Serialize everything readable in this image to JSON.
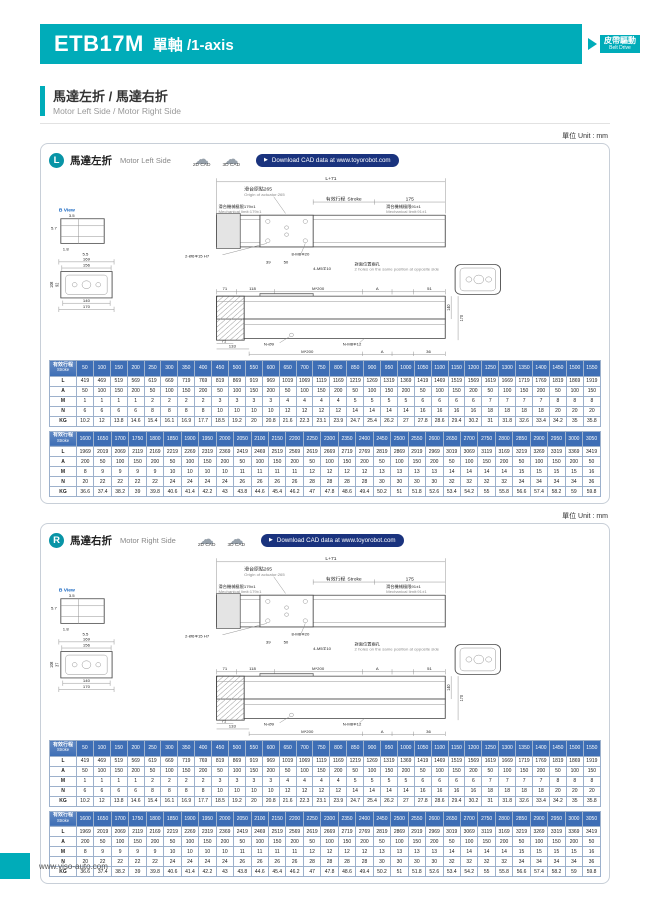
{
  "header": {
    "title_model": "ETB17M",
    "title_rest": "單軸 /1-axis",
    "badge_zh": "皮帶驅動",
    "badge_en": "Belt Drive"
  },
  "section_title": {
    "zh": "馬達左折 / 馬達右折",
    "en": "Motor Left Side / Motor Right Side"
  },
  "unit_note": "單位 Unit : mm",
  "footer_url": "www.viso-auto.com",
  "cad": {
    "d2": "2D CAD",
    "d3": "3D CAD",
    "download": "Download CAD data at www.toyorobot.com"
  },
  "sections": {
    "left": {
      "badge": "L",
      "title_zh": "馬達左折",
      "title_en": "Motor Left Side",
      "dim_side_a": "92"
    },
    "right": {
      "badge": "R",
      "title_zh": "馬達右折",
      "title_en": "Motor Right Side",
      "dim_side_a": "37"
    }
  },
  "drawing": {
    "l71": "L+71",
    "origin_zh": "滑台原點265",
    "origin_en": "Origin of actuator:265",
    "stroke_zh": "有效行程",
    "stroke_en": "Stroke",
    "d175": "175",
    "mech_left_zh": "滑台機械極限179±1",
    "mech_left_en": "Mechanical limit:179±1",
    "mech_right_zh": "滑台機械極限91±1",
    "mech_right_en": "Mechanical limit:91±1",
    "b_view": "B View",
    "b1": "3.5",
    "b2": "5.7",
    "b3": "1.8",
    "b4": "5.5",
    "hole1": "2-Ø6∓15 H7",
    "hole2": "8-M8∓20",
    "d39": "39",
    "d50": "50",
    "hole3": "4-M5∓10",
    "hole3_zh": "對面位置兩孔",
    "hole3_en": "2 holes on the same position at opposite side",
    "d169": "169",
    "d156": "156",
    "d108": "108",
    "d140": "140",
    "d170": "170",
    "d71": "71",
    "d118": "118",
    "d133": "133",
    "m200": "M*200",
    "dA": "A",
    "d51": "51",
    "d36": "36",
    "n_o9": "N-Ø9",
    "n_m8": "N-M8∓12"
  },
  "tables": {
    "header_zh": "有效行程",
    "header_en": "Stroke",
    "t1": {
      "strokes": [
        "50",
        "100",
        "150",
        "200",
        "250",
        "300",
        "350",
        "400",
        "450",
        "500",
        "550",
        "600",
        "650",
        "700",
        "750",
        "800",
        "850",
        "900",
        "950",
        "1000",
        "1050",
        "1100",
        "1150",
        "1200",
        "1250",
        "1300",
        "1350",
        "1400",
        "1450",
        "1500",
        "1550"
      ],
      "rows": [
        {
          "label": "L",
          "values": [
            "419",
            "469",
            "519",
            "569",
            "619",
            "669",
            "719",
            "769",
            "819",
            "869",
            "919",
            "969",
            "1019",
            "1069",
            "1119",
            "1169",
            "1219",
            "1269",
            "1319",
            "1369",
            "1419",
            "1469",
            "1519",
            "1569",
            "1619",
            "1669",
            "1719",
            "1769",
            "1819",
            "1869",
            "1919"
          ]
        },
        {
          "label": "A",
          "values": [
            "50",
            "100",
            "150",
            "200",
            "50",
            "100",
            "150",
            "200",
            "50",
            "100",
            "150",
            "200",
            "50",
            "100",
            "150",
            "200",
            "50",
            "100",
            "150",
            "200",
            "50",
            "100",
            "150",
            "200",
            "50",
            "100",
            "150",
            "200",
            "50",
            "100",
            "150"
          ]
        },
        {
          "label": "M",
          "values": [
            "1",
            "1",
            "1",
            "1",
            "2",
            "2",
            "2",
            "2",
            "3",
            "3",
            "3",
            "3",
            "4",
            "4",
            "4",
            "4",
            "5",
            "5",
            "5",
            "5",
            "6",
            "6",
            "6",
            "6",
            "7",
            "7",
            "7",
            "7",
            "8",
            "8",
            "8"
          ]
        },
        {
          "label": "N",
          "values": [
            "6",
            "6",
            "6",
            "6",
            "8",
            "8",
            "8",
            "8",
            "10",
            "10",
            "10",
            "10",
            "12",
            "12",
            "12",
            "12",
            "14",
            "14",
            "14",
            "14",
            "16",
            "16",
            "16",
            "16",
            "18",
            "18",
            "18",
            "18",
            "20",
            "20",
            "20"
          ]
        },
        {
          "label": "KG",
          "values": [
            "10.2",
            "12",
            "13.8",
            "14.6",
            "15.4",
            "16.1",
            "16.9",
            "17.7",
            "18.5",
            "19.2",
            "20",
            "20.8",
            "21.6",
            "22.3",
            "23.1",
            "23.9",
            "24.7",
            "25.4",
            "26.2",
            "27",
            "27.8",
            "28.6",
            "29.4",
            "30.2",
            "31",
            "31.8",
            "32.6",
            "33.4",
            "34.2",
            "35",
            "35.8"
          ]
        }
      ]
    },
    "t2": {
      "strokes": [
        "1600",
        "1650",
        "1700",
        "1750",
        "1800",
        "1850",
        "1900",
        "1950",
        "2000",
        "2050",
        "2100",
        "2150",
        "2200",
        "2250",
        "2300",
        "2350",
        "2400",
        "2450",
        "2500",
        "2550",
        "2600",
        "2650",
        "2700",
        "2750",
        "2800",
        "2850",
        "2900",
        "2950",
        "3000",
        "3050"
      ],
      "rows": [
        {
          "label": "L",
          "values": [
            "1969",
            "2019",
            "2069",
            "2119",
            "2169",
            "2219",
            "2269",
            "2319",
            "2369",
            "2419",
            "2469",
            "2519",
            "2569",
            "2619",
            "2669",
            "2719",
            "2769",
            "2819",
            "2869",
            "2919",
            "2969",
            "3019",
            "3069",
            "3119",
            "3169",
            "3219",
            "3269",
            "3319",
            "3369",
            "3419"
          ]
        },
        {
          "label": "A",
          "values": [
            "200",
            "50",
            "100",
            "150",
            "200",
            "50",
            "100",
            "150",
            "200",
            "50",
            "100",
            "150",
            "200",
            "50",
            "100",
            "150",
            "200",
            "50",
            "100",
            "150",
            "200",
            "50",
            "100",
            "150",
            "200",
            "50",
            "100",
            "150",
            "200",
            "50"
          ]
        },
        {
          "label": "M",
          "values": [
            "8",
            "9",
            "9",
            "9",
            "9",
            "10",
            "10",
            "10",
            "10",
            "11",
            "11",
            "11",
            "11",
            "12",
            "12",
            "12",
            "12",
            "13",
            "13",
            "13",
            "13",
            "14",
            "14",
            "14",
            "14",
            "15",
            "15",
            "15",
            "15",
            "16"
          ]
        },
        {
          "label": "N",
          "values": [
            "20",
            "22",
            "22",
            "22",
            "22",
            "24",
            "24",
            "24",
            "24",
            "26",
            "26",
            "26",
            "26",
            "28",
            "28",
            "28",
            "28",
            "30",
            "30",
            "30",
            "30",
            "32",
            "32",
            "32",
            "32",
            "34",
            "34",
            "34",
            "34",
            "36"
          ]
        },
        {
          "label": "KG",
          "values": [
            "36.6",
            "37.4",
            "38.2",
            "39",
            "39.8",
            "40.6",
            "41.4",
            "42.2",
            "43",
            "43.8",
            "44.6",
            "45.4",
            "46.2",
            "47",
            "47.8",
            "48.6",
            "49.4",
            "50.2",
            "51",
            "51.8",
            "52.6",
            "53.4",
            "54.2",
            "55",
            "55.8",
            "56.6",
            "57.4",
            "58.2",
            "59",
            "59.8"
          ]
        }
      ]
    }
  }
}
